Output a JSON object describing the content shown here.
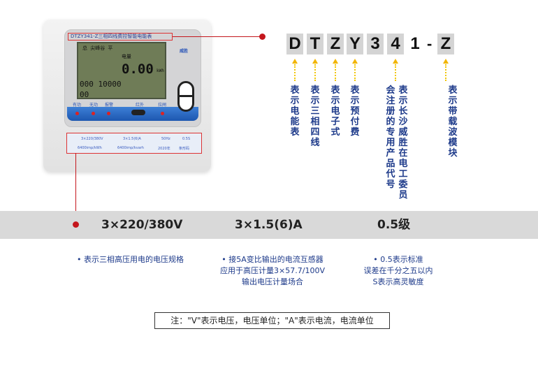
{
  "meter": {
    "model_tag": "DTZY341-Z三相四线费控智能电能表",
    "lcd_top": "总  尖峰谷  平",
    "lcd_label": "电量",
    "lcd_value": "0.00",
    "lcd_unit": "kWh",
    "lcd_code1": "000 10000",
    "lcd_code2": "00",
    "led_labels": [
      "有功",
      "无功",
      "报警",
      "红外",
      "拉闸"
    ],
    "brand": "威胜",
    "lower_cells": [
      "3×220/380V",
      "3×1.5(6)A",
      "50Hz",
      "0.5S",
      "6400imp/kWh",
      "6400imp/kvarh",
      "2020年",
      "条形码"
    ]
  },
  "code": {
    "letters": [
      "D",
      "T",
      "Z",
      "Y",
      "3",
      "4",
      "1",
      "-",
      "Z"
    ]
  },
  "labels": {
    "d": "表示电能表",
    "t": "表示三相四线",
    "z": "表示电子式",
    "y": "表示预付费",
    "reg": "会注册的专用产品代号",
    "ws": "表示长沙威胜在电工委员",
    "zz": "表示带载波模块"
  },
  "specs": {
    "voltage": "3×220/380V",
    "current": "3×1.5(6)A",
    "accuracy": "0.5级"
  },
  "desc": {
    "voltage": "• 表示三相高压用电的电压规格",
    "current": [
      "• 接5A变比输出的电流互感器",
      "应用于高压计量3×57.7/100V",
      "输出电压计量场合"
    ],
    "accuracy": [
      "• 0.5表示标准",
      "误差在千分之五以内",
      "S表示高灵敏度"
    ]
  },
  "note": "注：\"V\"表示电压，电压单位；\"A\"表示电流，电流单位",
  "colors": {
    "accent": "#c4161c",
    "text_blue": "#1d3a8a",
    "arrow": "#f2b500"
  }
}
